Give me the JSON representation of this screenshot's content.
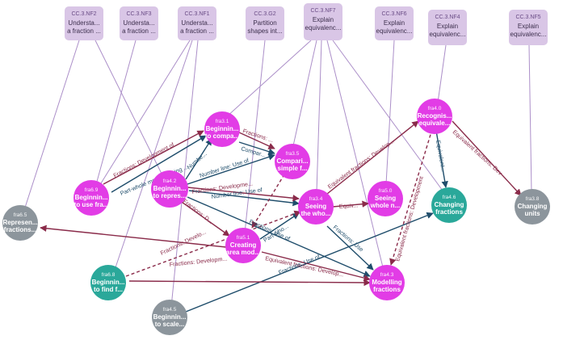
{
  "colors": {
    "standard_box": "#d9c6e6",
    "magenta_node": "#e23ce6",
    "teal_node": "#2aa89a",
    "grey_node": "#8c959c",
    "purple_edge": "#9d7bbf",
    "maroon_edge": "#8a2b4a",
    "navy_edge": "#1f4d6b",
    "background": "#ffffff"
  },
  "standards": [
    {
      "id": "nf2",
      "code": "CC.3.NF2",
      "lines": [
        "Understa...",
        "a fraction ..."
      ]
    },
    {
      "id": "nf3",
      "code": "CC.3.NF3",
      "lines": [
        "Understa...",
        "a fraction ..."
      ]
    },
    {
      "id": "nf1",
      "code": "CC.3.NF1",
      "lines": [
        "Understa...",
        "a fraction ..."
      ]
    },
    {
      "id": "g2",
      "code": "CC.3.G2",
      "lines": [
        "Partition",
        "shapes int..."
      ]
    },
    {
      "id": "nf7",
      "code": "CC.3.NF7",
      "lines": [
        "Explain",
        "equivalenc..."
      ]
    },
    {
      "id": "nf6",
      "code": "CC.3.NF6",
      "lines": [
        "Explain",
        "equivalenc..."
      ]
    },
    {
      "id": "nf4",
      "code": "CC.3.NF4",
      "lines": [
        "Explain",
        "equivalenc..."
      ]
    },
    {
      "id": "nf5",
      "code": "CC.3.NF5",
      "lines": [
        "Explain",
        "equivalenc..."
      ]
    }
  ],
  "nodes": [
    {
      "id": "fra31",
      "code": "fra3.1",
      "lines": [
        "Beginnin...",
        "to compa..."
      ],
      "color": "magenta"
    },
    {
      "id": "fra35",
      "code": "fra3.5",
      "lines": [
        "Compari...",
        "simple f..."
      ],
      "color": "magenta"
    },
    {
      "id": "fra40",
      "code": "fra4.0",
      "lines": [
        "Recognis...",
        "equivale..."
      ],
      "color": "magenta"
    },
    {
      "id": "fra69",
      "code": "fra6.9",
      "lines": [
        "Beginnin...",
        "to use fra..."
      ],
      "color": "magenta"
    },
    {
      "id": "fra42",
      "code": "fra4.2",
      "lines": [
        "Beginnin...",
        "to repres..."
      ],
      "color": "magenta"
    },
    {
      "id": "fra34",
      "code": "fra3.4",
      "lines": [
        "Seeing",
        "the who..."
      ],
      "color": "magenta"
    },
    {
      "id": "fra50",
      "code": "fra5.0",
      "lines": [
        "Seeing",
        "whole n..."
      ],
      "color": "magenta"
    },
    {
      "id": "fra46",
      "code": "fra4.6",
      "lines": [
        "Changing",
        "fractions"
      ],
      "color": "teal"
    },
    {
      "id": "fra38",
      "code": "fra3.8",
      "lines": [
        "Changing",
        "units"
      ],
      "color": "grey"
    },
    {
      "id": "fra65",
      "code": "fra6.5",
      "lines": [
        "Represen...",
        "fractions..."
      ],
      "color": "grey"
    },
    {
      "id": "fra51",
      "code": "fra5.1",
      "lines": [
        "Creating",
        "area mod..."
      ],
      "color": "magenta"
    },
    {
      "id": "fra68",
      "code": "fra6.8",
      "lines": [
        "Beginnin...",
        "to find f..."
      ],
      "color": "teal"
    },
    {
      "id": "fra43",
      "code": "fra4.3",
      "lines": [
        "Modelling",
        "fractions"
      ],
      "color": "magenta"
    },
    {
      "id": "fra45",
      "code": "fra4.5",
      "lines": [
        "Beginnin...",
        "to scale..."
      ],
      "color": "grey"
    }
  ],
  "edge_labels": [
    {
      "id": "el1",
      "text": "Fractions: Development of",
      "color": "maroon"
    },
    {
      "id": "el2",
      "text": "Fractions: ...",
      "color": "maroon"
    },
    {
      "id": "el3",
      "text": "Compar...",
      "color": "navy"
    },
    {
      "id": "el4",
      "text": "Numbe...",
      "color": "navy"
    },
    {
      "id": "el5",
      "text": "Part-whole models: Using ...",
      "color": "navy"
    },
    {
      "id": "el6",
      "text": "Number line: Use of",
      "color": "navy"
    },
    {
      "id": "el7",
      "text": "Fractions: Developme...",
      "color": "maroon"
    },
    {
      "id": "el8",
      "text": "Number line: Use of",
      "color": "navy"
    },
    {
      "id": "el9",
      "text": "Equivalent fractions: Develop...",
      "color": "maroon"
    },
    {
      "id": "el10",
      "text": "Equiv...",
      "color": "maroon"
    },
    {
      "id": "el11",
      "text": "Equivalent...",
      "color": "navy"
    },
    {
      "id": "el12",
      "text": "Equivalent fractions: Dev",
      "color": "maroon"
    },
    {
      "id": "el13",
      "text": "Equivalent fractions: Development",
      "color": "maroon"
    },
    {
      "id": "el14",
      "text": "Fractions: Use",
      "color": "navy"
    },
    {
      "id": "el15",
      "text": "Fractions: D...",
      "color": "maroon"
    },
    {
      "id": "el16",
      "text": "Fractions: Develo...",
      "color": "maroon"
    },
    {
      "id": "el17",
      "text": "Fractions: Developm...",
      "color": "maroon"
    },
    {
      "id": "el18",
      "text": "Part-who...",
      "color": "navy"
    },
    {
      "id": "el19",
      "text": "Fractions: Use of",
      "color": "navy"
    },
    {
      "id": "el20",
      "text": "Equivalent fractions: Develop...",
      "color": "maroon"
    },
    {
      "id": "el21",
      "text": "Fractions: Use of",
      "color": "navy"
    }
  ]
}
